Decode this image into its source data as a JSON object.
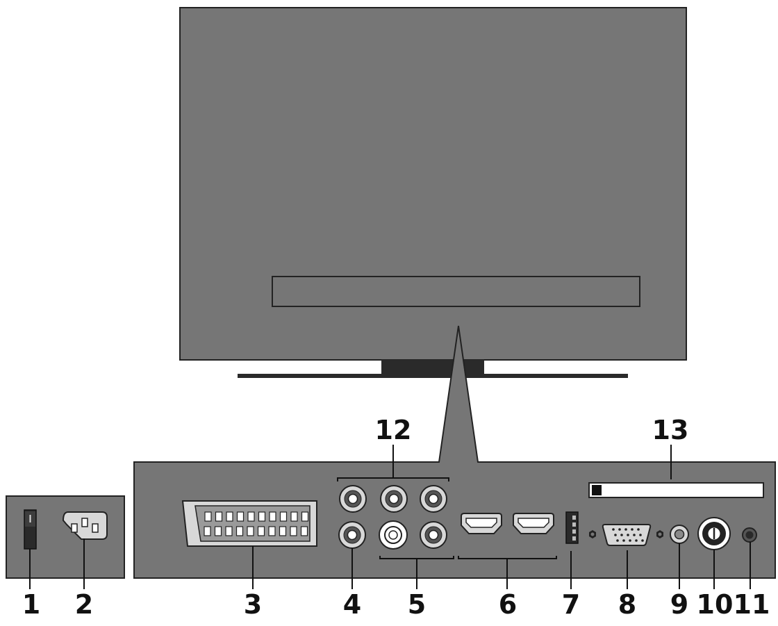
{
  "colors": {
    "housing": "#767676",
    "outline": "#222222",
    "dark": "#2a2a2a",
    "light": "#d8d8d8",
    "white": "#ffffff",
    "text": "#111111"
  },
  "callouts": {
    "c1": "1",
    "c2": "2",
    "c3": "3",
    "c4": "4",
    "c5": "5",
    "c6": "6",
    "c7": "7",
    "c8": "8",
    "c9": "9",
    "c10": "10",
    "c11": "11",
    "c12": "12",
    "c13": "13"
  },
  "icons": {
    "power_switch": "rocker-switch-icon",
    "power_socket": "iec-power-socket-icon",
    "scart": "scart-socket-icon",
    "rca": "rca-jack-icon",
    "hdmi": "hdmi-port-icon",
    "usb": "usb-port-icon",
    "vga": "vga-port-icon",
    "coax": "antenna-socket-icon",
    "card_slot": "ci-slot-icon"
  }
}
